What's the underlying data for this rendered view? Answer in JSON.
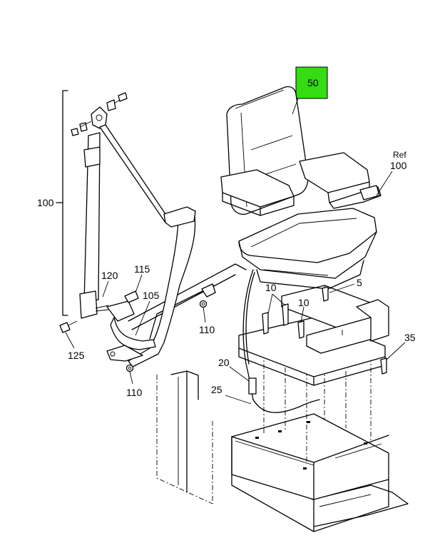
{
  "highlight_color": "#33dd11",
  "callouts": {
    "c50": "50",
    "ref": "Ref",
    "c100r": "100",
    "c100l": "100",
    "c5": "5",
    "c10a": "10",
    "c10b": "10",
    "c35": "35",
    "c20": "20",
    "c25": "25",
    "c120": "120",
    "c115": "115",
    "c105": "105",
    "c110a": "110",
    "c110b": "110",
    "c125": "125"
  }
}
